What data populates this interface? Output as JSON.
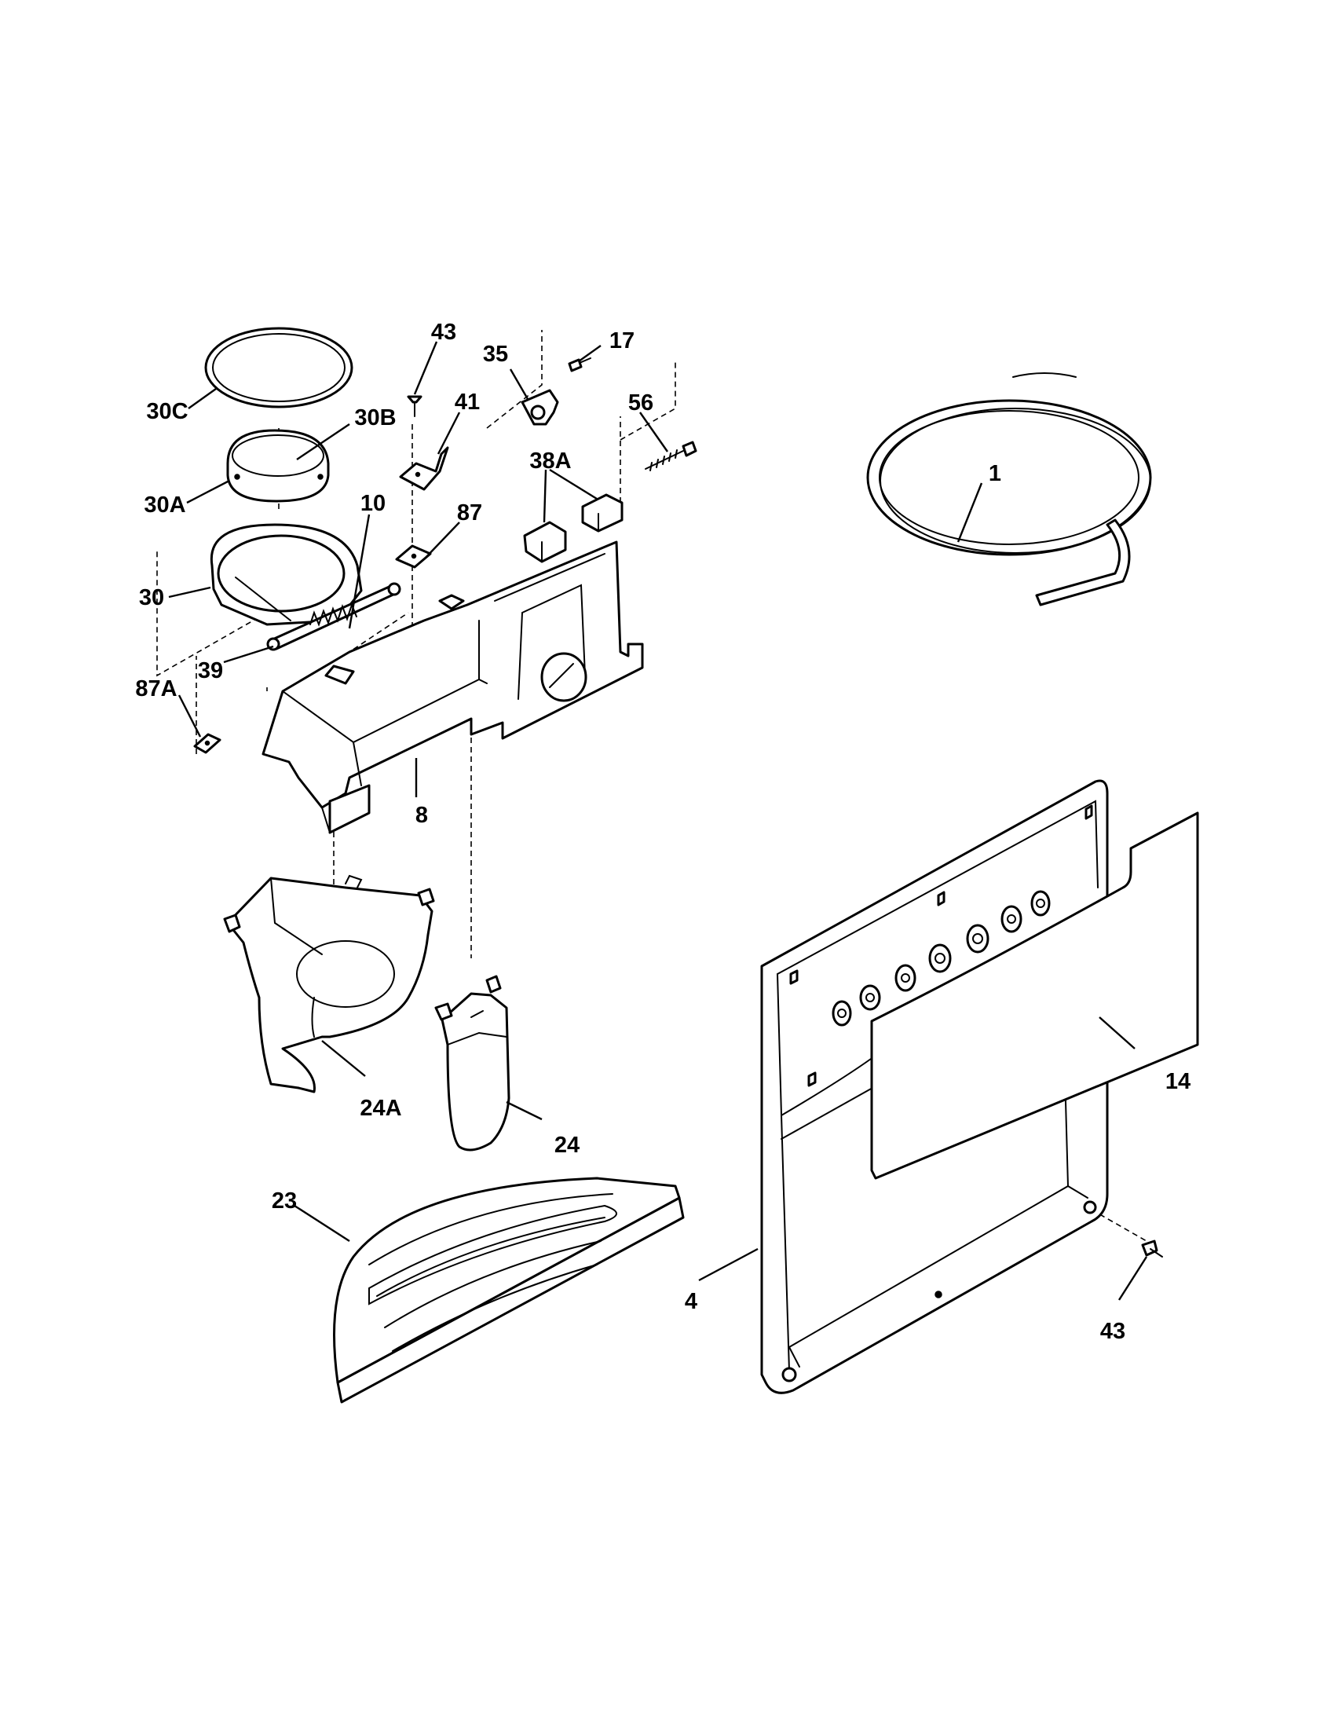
{
  "diagram": {
    "type": "exploded-parts-view",
    "labels": {
      "p43a": "43",
      "p35": "35",
      "p17": "17",
      "p30C": "30C",
      "p30B": "30B",
      "p41": "41",
      "p56": "56",
      "p30A": "30A",
      "p38A": "38A",
      "p10": "10",
      "p87": "87",
      "p1": "1",
      "p30": "30",
      "p39": "39",
      "p87A": "87A",
      "p8": "8",
      "p14": "14",
      "p24A": "24A",
      "p24": "24",
      "p23": "23",
      "p4": "4",
      "p43b": "43"
    }
  }
}
